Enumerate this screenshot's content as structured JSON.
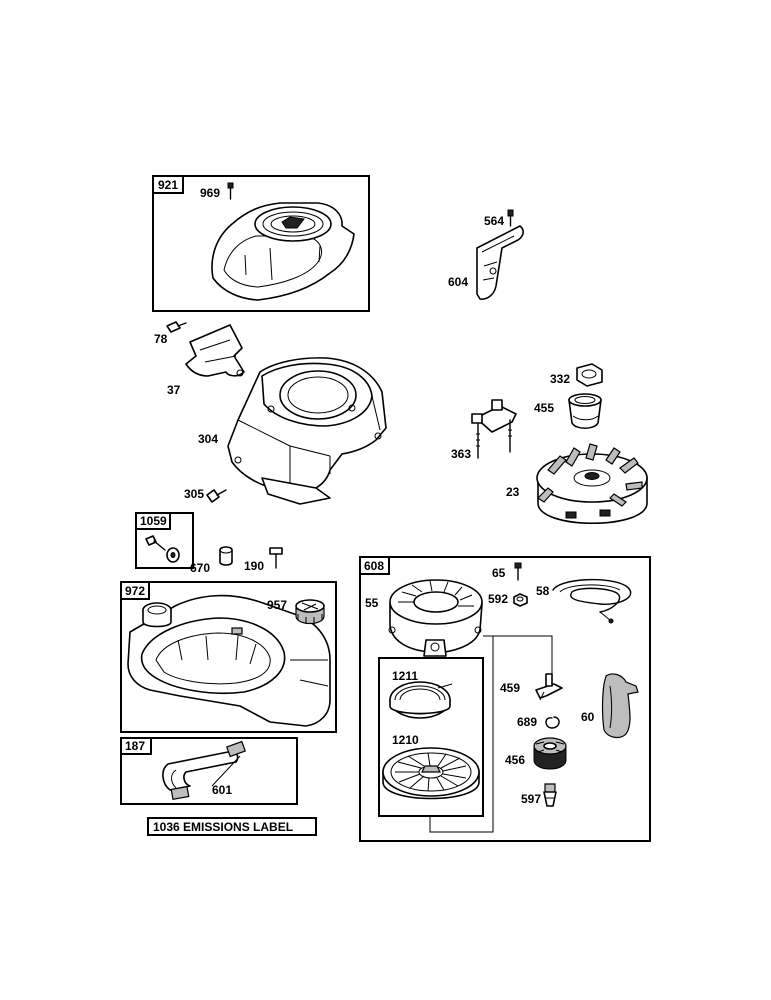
{
  "groups": {
    "g921": "921",
    "g1059": "1059",
    "g972": "972",
    "g187": "187",
    "g608": "608"
  },
  "parts": {
    "p969": "969",
    "p564": "564",
    "p604": "604",
    "p78": "78",
    "p37": "37",
    "p304": "304",
    "p332": "332",
    "p455": "455",
    "p363": "363",
    "p23": "23",
    "p305": "305",
    "p670": "670",
    "p190": "190",
    "p957": "957",
    "p601": "601",
    "p65": "65",
    "p58": "58",
    "p55": "55",
    "p592": "592",
    "p1211": "1211",
    "p1210": "1210",
    "p459": "459",
    "p689": "689",
    "p60": "60",
    "p456": "456",
    "p597": "597"
  },
  "emissions_label": "1036 EMISSIONS LABEL"
}
